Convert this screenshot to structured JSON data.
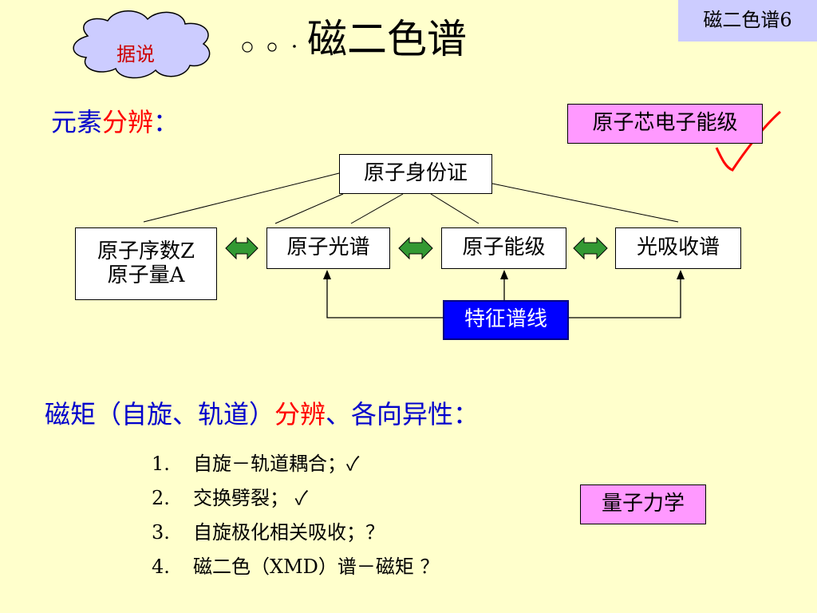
{
  "slide_tag": "磁二色谱6",
  "title": "磁二色谱",
  "cloud_label": "据说",
  "heading1": {
    "part1": "元素",
    "part2": "分辨",
    "part3": "："
  },
  "badge_core": "原子芯电子能级",
  "nodes": {
    "identity": "原子身份证",
    "z_line1": "原子序数Z",
    "z_line2": "原子量A",
    "spectrum": "原子光谱",
    "energy_level": "原子能级",
    "absorption": "光吸收谱",
    "characteristic": "特征谱线"
  },
  "heading2": {
    "part1": "磁矩（自旋、轨道）",
    "part2": "分辨",
    "part3": "、各向异性："
  },
  "list": [
    {
      "num": "1.",
      "text": "自旋－轨道耦合；",
      "mark": "✓"
    },
    {
      "num": "2.",
      "text": "交换劈裂；",
      "mark": " ✓"
    },
    {
      "num": "3.",
      "text": "自旋极化相关吸收；？",
      "mark": ""
    },
    {
      "num": "4.",
      "text": "磁二色（XMD）谱－磁矩 ？",
      "mark": ""
    }
  ],
  "badge_qm": "量子力学",
  "colors": {
    "background": "#FFFFCC",
    "blue_text": "#0000CC",
    "red_text": "#FF0000",
    "pink": "#FF99FF",
    "lavender": "#CCCCFF",
    "arrow_green": "#339933"
  }
}
